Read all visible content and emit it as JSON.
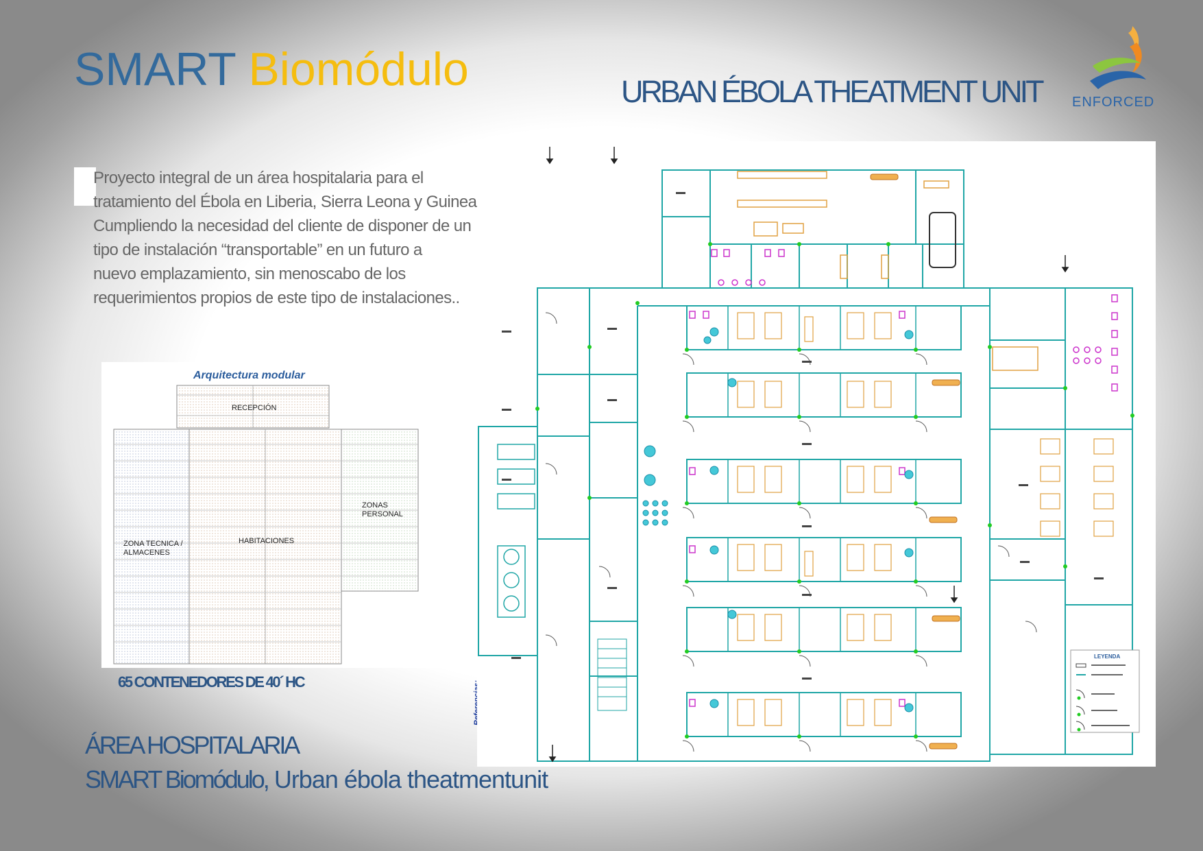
{
  "header": {
    "title_part1": "SMART",
    "title_part2": "Biomódulo",
    "subtitle": "URBAN ÉBOLA THEATMENT UNIT"
  },
  "logo": {
    "text": "ENFORCED"
  },
  "intro": {
    "lines": [
      "Proyecto integral de un área hospitalaria para el",
      "tratamiento del Ébola en Liberia, Sierra Leona y  Guinea.",
      "Cumpliendo la necesidad del cliente de  disponer de un",
      "tipo de instalación “transportable”   en un futuro  a",
      "nuevo emplazamiento, sin  menoscabo de los",
      "requerimientos propios de este  tipo de instalaciones.."
    ]
  },
  "modular": {
    "title": "Arquitectura modular",
    "reception": "RECEPCIÓN",
    "zones_line1": "ZONAS",
    "zones_line2": "PERSONAL",
    "tech_line1": "ZONA TECNICA /",
    "tech_line2": "ALMACENES",
    "rooms": "HABITACIONES"
  },
  "containers_caption": "65 CONTENEDORES DE 40´ HC",
  "footer": {
    "line1": "ÁREA HOSPITALARIA",
    "line2_part1": "SMART Biomódulo,",
    "line2_part2": " Urban ébola theatmentunit"
  },
  "plan": {
    "vertical_note": "Referencias:",
    "legend_title": "LEYENDA"
  },
  "colors": {
    "brand_blue": "#336a9c",
    "brand_yellow": "#f5bd0f",
    "dark_blue": "#2c5585",
    "plan_wall": "#1fa6a6",
    "plan_door": "#22cc22",
    "plan_furniture": "#e0a040",
    "plan_magenta": "#cc33cc"
  }
}
